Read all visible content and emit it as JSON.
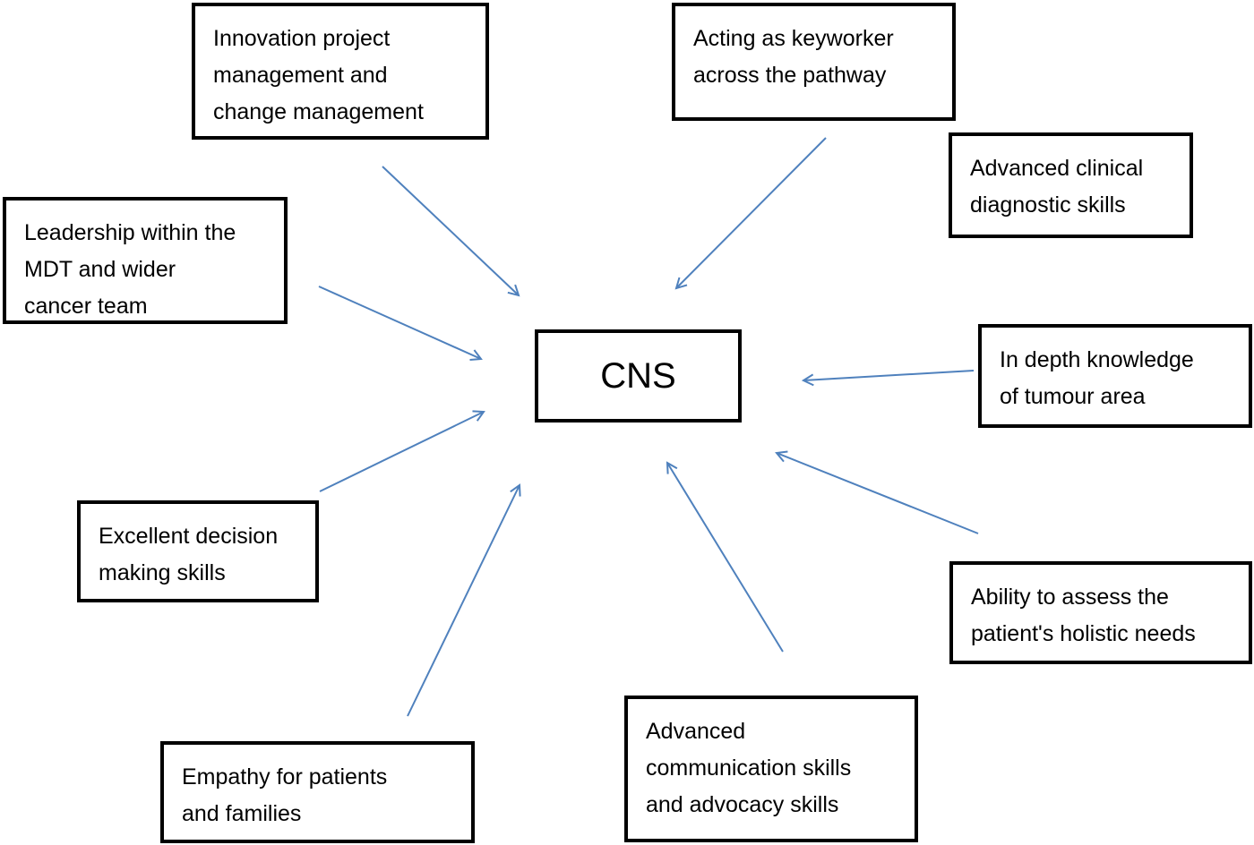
{
  "diagram": {
    "center": {
      "label": "CNS"
    },
    "nodes": [
      {
        "id": "innovation",
        "label": "Innovation project\nmanagement and\nchange management"
      },
      {
        "id": "keyworker",
        "label": "Acting as keyworker\nacross the pathway"
      },
      {
        "id": "clinical",
        "label": "Advanced clinical\ndiagnostic skills"
      },
      {
        "id": "leadership",
        "label": "Leadership within the\nMDT and wider\ncancer team"
      },
      {
        "id": "tumour",
        "label": "In depth knowledge\nof tumour area"
      },
      {
        "id": "decision",
        "label": "Excellent decision\nmaking skills"
      },
      {
        "id": "holistic",
        "label": "Ability to assess the\npatient's holistic needs"
      },
      {
        "id": "communication",
        "label": "Advanced\ncommunication skills\nand advocacy skills"
      },
      {
        "id": "empathy",
        "label": "Empathy for patients\nand families"
      }
    ],
    "edges": [
      {
        "from": "innovation",
        "to": "center"
      },
      {
        "from": "keyworker",
        "to": "center"
      },
      {
        "from": "leadership",
        "to": "center"
      },
      {
        "from": "tumour",
        "to": "center"
      },
      {
        "from": "decision",
        "to": "center"
      },
      {
        "from": "holistic",
        "to": "center"
      },
      {
        "from": "communication",
        "to": "center"
      },
      {
        "from": "empathy",
        "to": "center"
      }
    ],
    "arrow_color": "#4F81BD",
    "border_color": "#000000"
  }
}
